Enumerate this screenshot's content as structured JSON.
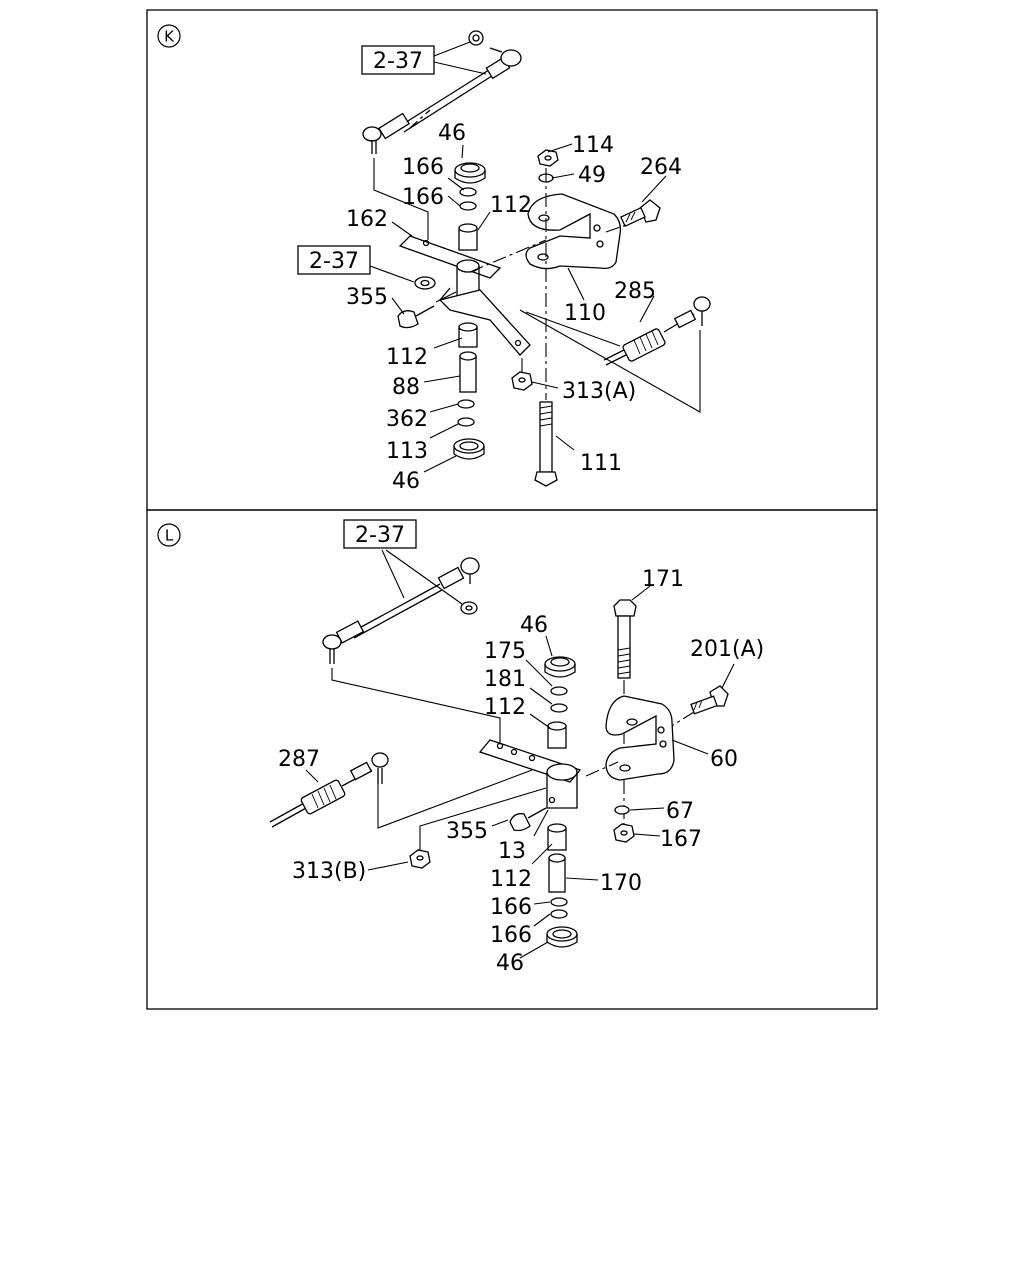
{
  "panels": [
    {
      "id": "K",
      "section_letter": "K",
      "refs": [
        "2-37",
        "2-37"
      ],
      "parts": [
        "114",
        "49",
        "264",
        "46",
        "166",
        "166",
        "112",
        "162",
        "110",
        "285",
        "355",
        "112",
        "88",
        "313(A)",
        "362",
        "113",
        "46",
        "111"
      ]
    },
    {
      "id": "L",
      "section_letter": "L",
      "refs": [
        "2-37"
      ],
      "parts": [
        "171",
        "201(A)",
        "46",
        "175",
        "181",
        "112",
        "60",
        "287",
        "67",
        "167",
        "355",
        "13",
        "313(B)",
        "112",
        "170",
        "166",
        "166",
        "46"
      ]
    }
  ]
}
